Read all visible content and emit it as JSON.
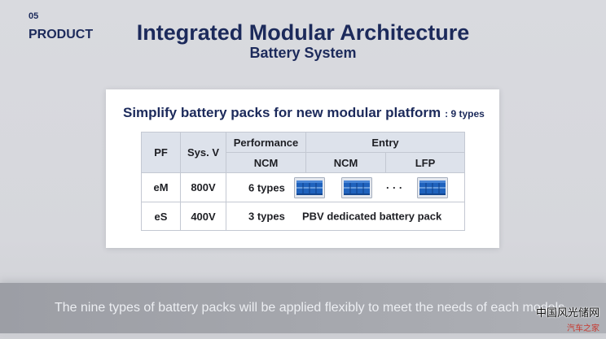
{
  "slide": {
    "section_number": "05",
    "section_label": "PRODUCT",
    "title": "Integrated Modular Architecture",
    "subtitle": "Battery System"
  },
  "card": {
    "heading": "Simplify battery packs for new modular platform",
    "heading_suffix": ": 9 types",
    "table": {
      "headers": {
        "pf": "PF",
        "system_voltage": "Sys. V",
        "performance": "Performance",
        "entry": "Entry",
        "performance_chemistry": "NCM",
        "entry_chemistries": [
          "NCM",
          "LFP"
        ]
      },
      "rows": [
        {
          "pf": "eM",
          "system_voltage": "800V",
          "types": "6 types",
          "pack_icons": [
            "battery-pack-icon",
            "battery-pack-icon",
            "battery-pack-icon"
          ],
          "ellipsis": "· · ·"
        },
        {
          "pf": "eS",
          "system_voltage": "400V",
          "types": "3 types",
          "note": "PBV dedicated battery pack"
        }
      ]
    }
  },
  "caption": "The nine types of battery packs will be applied flexibly to meet the needs of each models",
  "watermark": {
    "line1": "中国风光储网",
    "line2": "汽车之家"
  },
  "colors": {
    "navy": "#1c2a5b",
    "background": "#d6d7dc",
    "table_header": "#dde2eb",
    "table_lines": "#c3c8d2",
    "caption_band": "#a4a6ac",
    "battery_blue": "#1f62bd",
    "watermark_red": "#c8372d"
  }
}
